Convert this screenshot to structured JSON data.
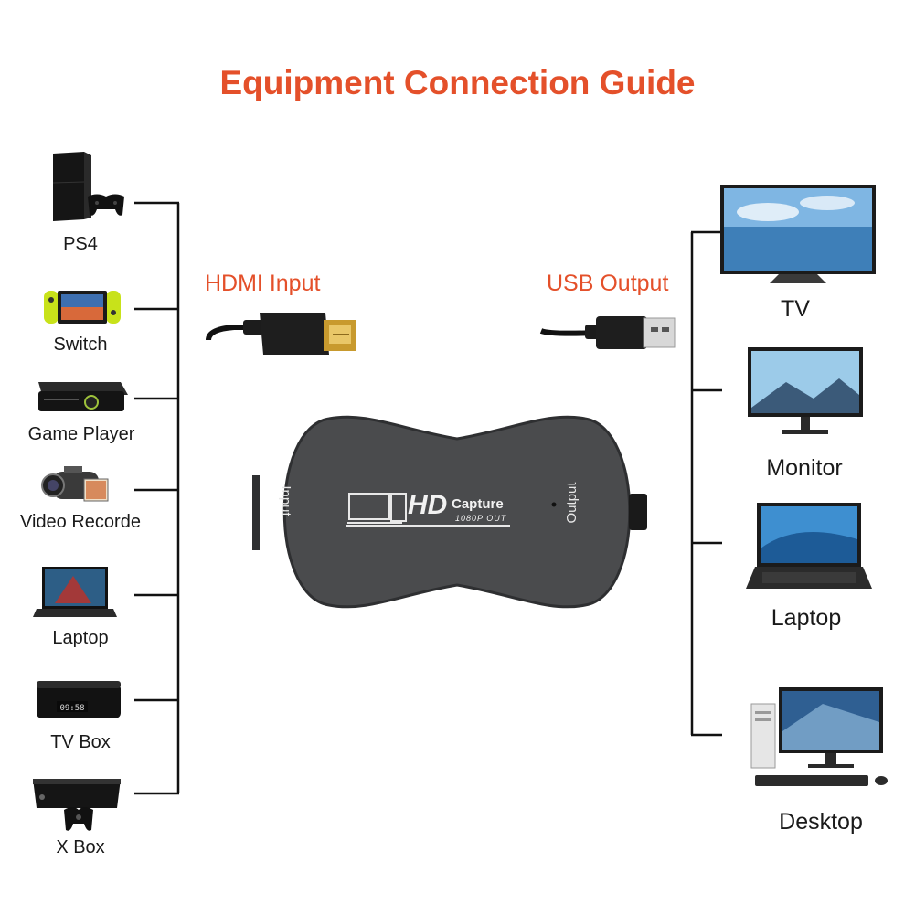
{
  "title": "Equipment Connection Guide",
  "colors": {
    "accent": "#e4502a",
    "line": "#111111",
    "device_body": "#4a4b4d"
  },
  "input_devices": [
    {
      "label": "PS4",
      "icon": "ps4-console-icon"
    },
    {
      "label": "Switch",
      "icon": "switch-console-icon"
    },
    {
      "label": "Game Player",
      "icon": "xbox360-console-icon"
    },
    {
      "label": "Video Recorde",
      "icon": "camcorder-icon"
    },
    {
      "label": "Laptop",
      "icon": "laptop-icon"
    },
    {
      "label": "TV Box",
      "icon": "tv-box-icon"
    },
    {
      "label": "X Box",
      "icon": "xbox-console-icon"
    }
  ],
  "output_devices": [
    {
      "label": "TV",
      "icon": "tv-icon"
    },
    {
      "label": "Monitor",
      "icon": "monitor-icon"
    },
    {
      "label": "Laptop",
      "icon": "laptop-icon"
    },
    {
      "label": "Desktop",
      "icon": "desktop-computer-icon"
    }
  ],
  "hdmi_label": "HDMI Input",
  "usb_label": "USB Output",
  "capture_device": {
    "input_label": "Input",
    "output_label": "Output",
    "brand_hd": "HD",
    "brand_capture": "Capture",
    "brand_sub": "1080P OUT"
  },
  "tv_box_display": "09:58"
}
